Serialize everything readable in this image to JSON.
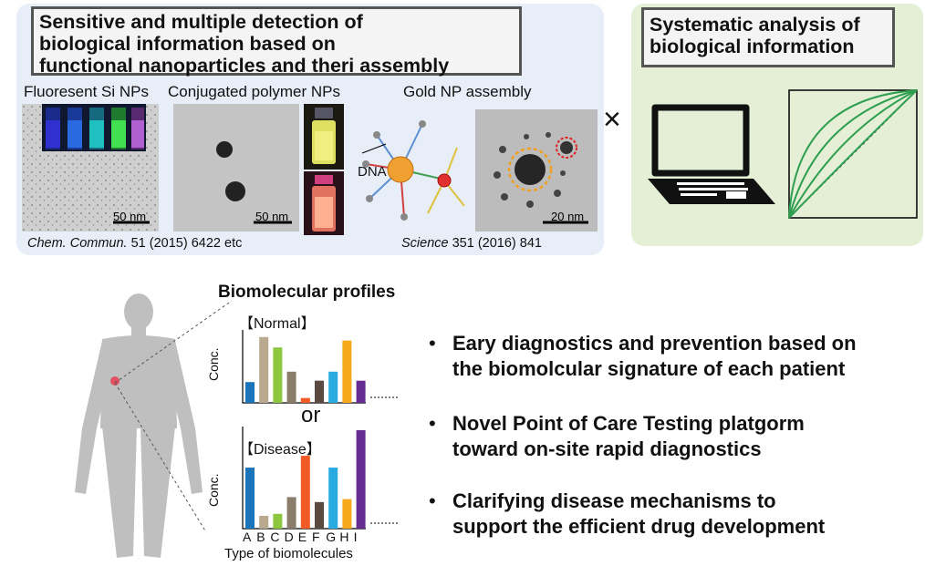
{
  "top_left": {
    "title_lines": [
      "Sensitive and multiple detection of",
      "biological information based on",
      "functional nanoparticles and theri assembly"
    ],
    "labels": {
      "si": "Fluoresent Si NPs",
      "polymer": "Conjugated polymer NPs",
      "gold": "Gold NP assembly"
    },
    "scale_bars": [
      "50 nm",
      "50 nm",
      "20 nm"
    ],
    "dna_label": "DNA",
    "cite_left": {
      "journal": "Chem. Commun.",
      "rest": " 51 (2015) 6422   etc"
    },
    "cite_right": {
      "journal": "Science",
      "rest": " 351 (2016) 841"
    }
  },
  "times_symbol": "×",
  "top_right": {
    "title_lines": [
      "Systematic analysis of",
      "biological information"
    ]
  },
  "profiles": {
    "heading": "Biomolecular profiles",
    "normal_label": "【Normal】",
    "disease_label": "【Disease】",
    "or_label": "or",
    "ylabel": "Conc.",
    "xlabel": "Type of biomolecules",
    "categories": [
      "A",
      "B",
      "C",
      "D",
      "E",
      "F",
      "G",
      "H",
      "I"
    ]
  },
  "chart_data": [
    {
      "type": "bar",
      "title": "【Normal】",
      "categories": [
        "A",
        "B",
        "C",
        "D",
        "E",
        "F",
        "G",
        "H",
        "I"
      ],
      "values": [
        0.3,
        0.95,
        0.8,
        0.45,
        0.07,
        0.32,
        0.45,
        0.9,
        0.32
      ],
      "ylabel": "Conc.",
      "ylim": [
        0,
        1
      ]
    },
    {
      "type": "bar",
      "title": "【Disease】",
      "categories": [
        "A",
        "B",
        "C",
        "D",
        "E",
        "F",
        "G",
        "H",
        "I"
      ],
      "values": [
        0.62,
        0.13,
        0.15,
        0.32,
        0.74,
        0.27,
        0.62,
        0.3,
        1.0
      ],
      "xlabel": "Type of biomolecules",
      "ylabel": "Conc.",
      "ylim": [
        0,
        1
      ]
    }
  ],
  "bar_colors": [
    "#1b75bb",
    "#b9a98e",
    "#8dc63f",
    "#8b7d6b",
    "#f15a24",
    "#5a4a42",
    "#29abe2",
    "#f7a81b",
    "#662d91"
  ],
  "bullets": [
    [
      "Eary diagnostics and prevention based on",
      "the biomolcular signature of each patient"
    ],
    [
      "Novel Point of Care Testing platgorm",
      "toward on-site rapid diagnostics"
    ],
    [
      "Clarifying disease mechanisms to",
      "support the efficient drug development"
    ]
  ],
  "bullet_symbol": "•",
  "colors": {
    "left_panel": "#e8eef8",
    "right_panel": "#e4efd6",
    "curve_green": "#2e9e4f"
  }
}
